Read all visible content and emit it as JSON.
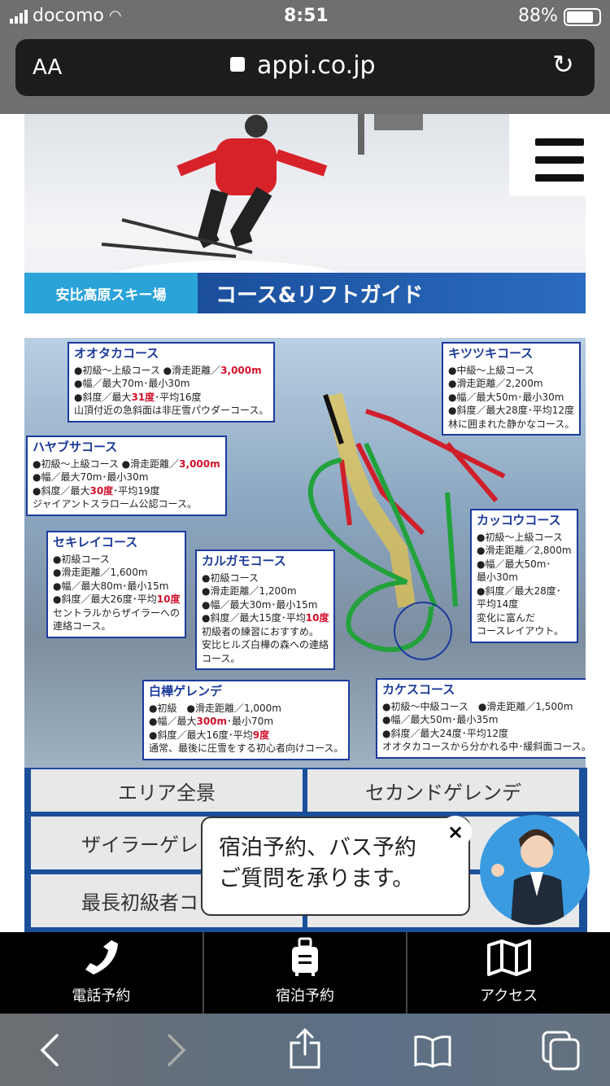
{
  "status_bar": {
    "carrier": "docomo",
    "time": "8:51",
    "battery": "88%"
  },
  "url_bar": {
    "text_size_label": "AA",
    "url": "appi.co.jp"
  },
  "banner": {
    "resort": "安比高原スキー場",
    "title": "コース&リフトガイド"
  },
  "courses": [
    {
      "name": "オオタカコース",
      "lines": [
        "●初級～上級コース ●滑走距離／",
        "3,000m",
        "●幅／最大70m･最小30m",
        "●斜度／最大",
        "31度",
        "･平均16度",
        "山頂付近の急斜面は非圧雪パウダーコース。"
      ]
    },
    {
      "name": "キツツキコース",
      "lines": [
        "●中級～上級コース",
        "●滑走距離／2,200m",
        "●幅／最大50m･最小30m",
        "●斜度／最大28度･平均12度",
        "林に囲まれた静かなコース。"
      ]
    },
    {
      "name": "ハヤブサコース",
      "lines": [
        "●初級～上級コース ●滑走距離／",
        "3,000m",
        "●幅／最大70m･最小30m",
        "●斜度／最大",
        "30度",
        "･平均19度",
        "ジャイアントスラローム公認コース。"
      ]
    },
    {
      "name": "セキレイコース",
      "lines": [
        "●初級コース",
        "●滑走距離／1,600m",
        "●幅／最大80m･最小15m",
        "●斜度／最大26度･平均",
        "10度",
        "セントラルからザイラーへの",
        "連絡コース。"
      ]
    },
    {
      "name": "カルガモコース",
      "lines": [
        "●初級コース",
        "●滑走距離／1,200m",
        "●幅／最大30m･最小15m",
        "●斜度／最大15度･平均",
        "10度",
        "初級者の練習におすすめ。",
        "安比ヒルズ白樺の森への連絡",
        "コース。"
      ]
    },
    {
      "name": "カッコウコース",
      "lines": [
        "●初級～上級コース",
        "●滑走距離／2,800m",
        "●幅／最大50m･",
        "最小30m",
        "●斜度／最大28度･",
        "平均14度",
        "変化に富んだ",
        "コースレイアウト。"
      ]
    },
    {
      "name": "白樺ゲレンデ",
      "lines": [
        "●初級　●滑走距離／1,000m",
        "●幅／最大",
        "300m",
        "･最小70m",
        "●斜度／最大16度･平均",
        "9度",
        "通常、最後に圧雪をする初心者向けコース。"
      ]
    },
    {
      "name": "カケスコース",
      "lines": [
        "●初級～中級コース　●滑走距離／1,500m",
        "●幅／最大50m･最小35m",
        "●斜度／最大24度･平均12度",
        "オオタカコースから分かれる中･緩斜面コース。"
      ]
    }
  ],
  "area_buttons": [
    "エリア全景",
    "セカンドゲレンデ",
    "ザイラーゲレ",
    "最長初級者コ"
  ],
  "chat": {
    "message_line1": "宿泊予約、バス予約",
    "message_line2": "ご質問を承ります。",
    "close": "×"
  },
  "bottom_nav": [
    {
      "label": "電話予約",
      "icon": "phone-icon"
    },
    {
      "label": "宿泊予約",
      "icon": "suitcase-icon"
    },
    {
      "label": "アクセス",
      "icon": "map-icon"
    }
  ],
  "colors": {
    "accent_blue": "#1c3b9b",
    "highlight_red": "#d0102a"
  }
}
